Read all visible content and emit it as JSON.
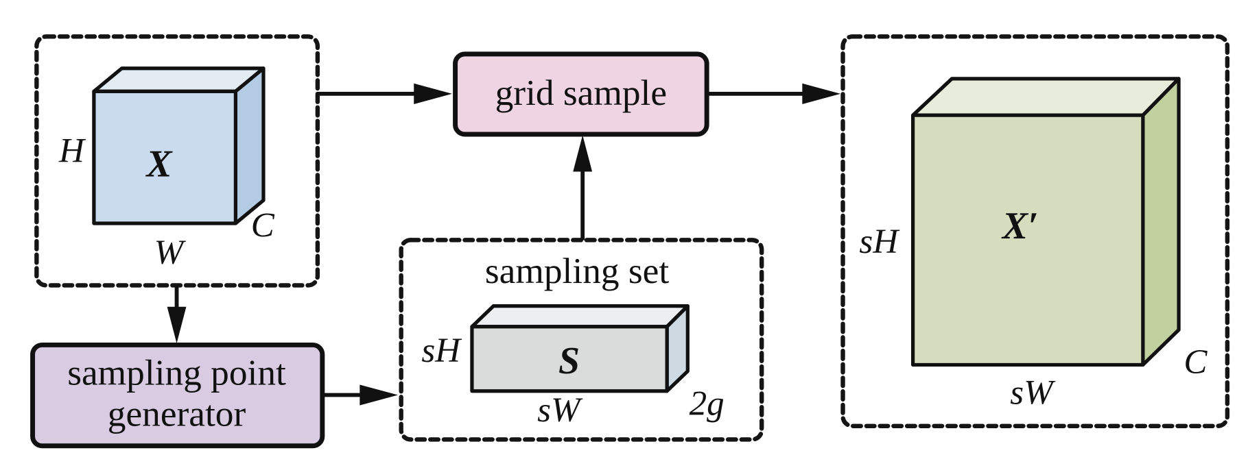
{
  "diagram": {
    "title": "grid sample pipeline",
    "nodes": {
      "input_group": {
        "tensor_symbol": "X",
        "dim_height": "H",
        "dim_width": "W",
        "dim_channels": "C"
      },
      "grid_sample": {
        "label": "grid sample"
      },
      "sampling_point_generator": {
        "label_line1": "sampling point",
        "label_line2": "generator"
      },
      "sampling_set": {
        "title": "sampling set",
        "tensor_symbol": "S",
        "dim_height": "sH",
        "dim_width": "sW",
        "dim_channels": "2g"
      },
      "output_group": {
        "tensor_symbol": "X′",
        "dim_height": "sH",
        "dim_width": "sW",
        "dim_channels": "C"
      }
    },
    "edges": [
      {
        "from": "input_group",
        "to": "grid_sample"
      },
      {
        "from": "input_group",
        "to": "sampling_point_generator"
      },
      {
        "from": "sampling_point_generator",
        "to": "sampling_set"
      },
      {
        "from": "sampling_set",
        "to": "grid_sample"
      },
      {
        "from": "grid_sample",
        "to": "output_group"
      }
    ],
    "colors": {
      "input_face": "#c9dbec",
      "input_top": "#e3ebf3",
      "input_side": "#b3cce4",
      "input_group_bg": "#f3f4f9",
      "grid_sample_fill": "#efd5e3",
      "generator_fill": "#d9cbe1",
      "sampling_set_bg": "#f4f4f7",
      "s_face": "#d9dcdb",
      "s_top": "#eceeef",
      "s_side": "#cfd9e1",
      "output_group_bg": "#f7f6ef",
      "output_face": "#d6dcbe",
      "output_top": "#e8ecda",
      "output_side": "#c2cf9e"
    }
  }
}
